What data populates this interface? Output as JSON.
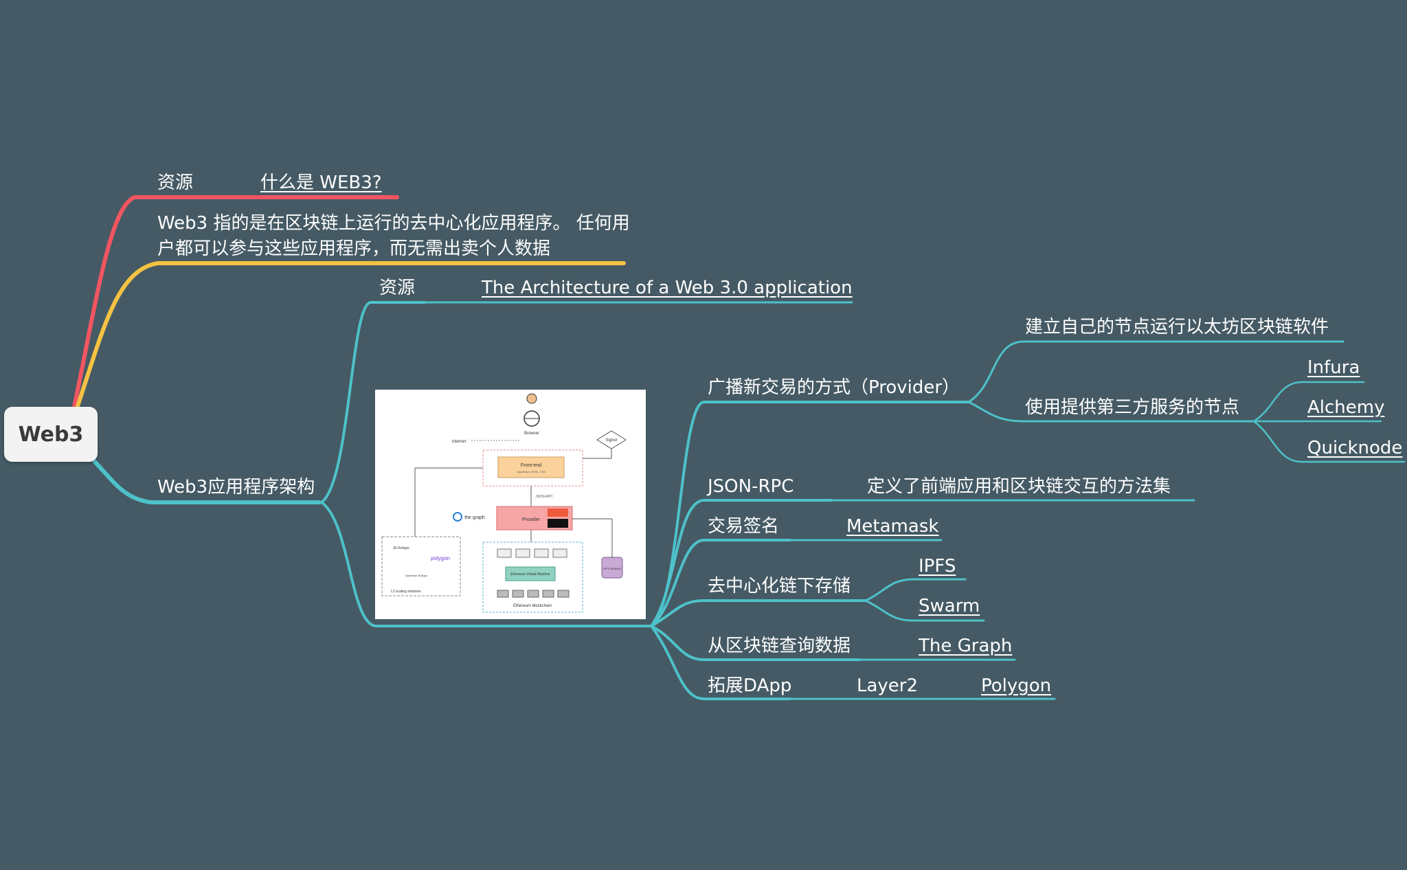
{
  "colors": {
    "background": "#455a64",
    "branch_red": "#f25562",
    "branch_yellow": "#f5c242",
    "branch_teal": "#4ec1c9",
    "root_fill": "#f3f3f3"
  },
  "root": {
    "label": "Web3"
  },
  "branch_resources": {
    "label": "资源",
    "link": "什么是 WEB3?"
  },
  "branch_definition": {
    "text": "Web3 指的是在区块链上运行的去中心化应用程序。 任何用户都可以参与这些应用程序，而无需出卖个人数据"
  },
  "branch_architecture": {
    "label": "Web3应用程序架构",
    "resources": {
      "label": "资源",
      "link": "The Architecture of a Web 3.0 application"
    },
    "diagram": {
      "browser": "Browser",
      "internet": "Internet",
      "signer": "Signer",
      "frontend": "Front-end",
      "frontend_sub": "JavaScript, HTML, CSS",
      "jsonrpc": "JSON-RPC",
      "provider": "Provider",
      "graph": "the graph",
      "zk": "Zk Rollups",
      "polygon": "polygon",
      "optimistic": "Optimistic Rollups",
      "l2": "L2 scaling solutions",
      "evm": "Ethereum Virtual Machine",
      "chain": "Ethereum blockchain",
      "ipfs": "IPFS SWARM"
    },
    "provider": {
      "label": "广播新交易的方式（Provider）",
      "own_node": "建立自己的节点运行以太坊区块链软件",
      "third_party": "使用提供第三方服务的节点",
      "services": [
        "Infura",
        "Alchemy",
        "Quicknode"
      ]
    },
    "jsonrpc": {
      "label": "JSON-RPC",
      "desc": "定义了前端应用和区块链交互的方法集"
    },
    "signing": {
      "label": "交易签名",
      "link": "Metamask"
    },
    "storage": {
      "label": "去中心化链下存储",
      "links": [
        "IPFS",
        "Swarm"
      ]
    },
    "query": {
      "label": "从区块链查询数据",
      "link": "The Graph"
    },
    "scaling": {
      "label": "拓展DApp",
      "sub": "Layer2",
      "link": "Polygon"
    }
  }
}
